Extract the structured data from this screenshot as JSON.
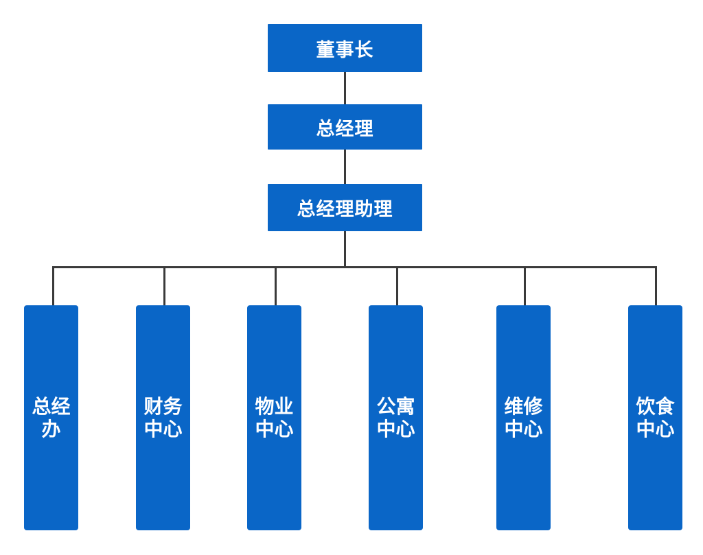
{
  "chart": {
    "type": "org-chart",
    "orientation": "top-down",
    "colors": {
      "node_fill": "#0a66c7",
      "node_text": "#ffffff",
      "connector": "#3a3a3a",
      "background": "#ffffff"
    },
    "levels": [
      {
        "level": 1,
        "nodes": [
          {
            "id": "chairman",
            "label": "董事长"
          }
        ]
      },
      {
        "level": 2,
        "nodes": [
          {
            "id": "general-manager",
            "label": "总经理"
          }
        ]
      },
      {
        "level": 3,
        "nodes": [
          {
            "id": "general-manager-assistant",
            "label": "总经理助理"
          }
        ]
      },
      {
        "level": 4,
        "nodes": [
          {
            "id": "general-office",
            "label": "总经办"
          },
          {
            "id": "finance-center",
            "label": "财务中心"
          },
          {
            "id": "property-center",
            "label": "物业中心"
          },
          {
            "id": "apartment-center",
            "label": "公寓中心"
          },
          {
            "id": "maintenance-center",
            "label": "维修中心"
          },
          {
            "id": "catering-center",
            "label": "饮食中心"
          }
        ]
      }
    ]
  },
  "nodes": {
    "chairman": "董事长",
    "general_manager": "总经理",
    "general_manager_assistant": "总经理助理",
    "departments": [
      "总经办",
      "财务中心",
      "物业中心",
      "公寓中心",
      "维修中心",
      "饮食中心"
    ]
  }
}
